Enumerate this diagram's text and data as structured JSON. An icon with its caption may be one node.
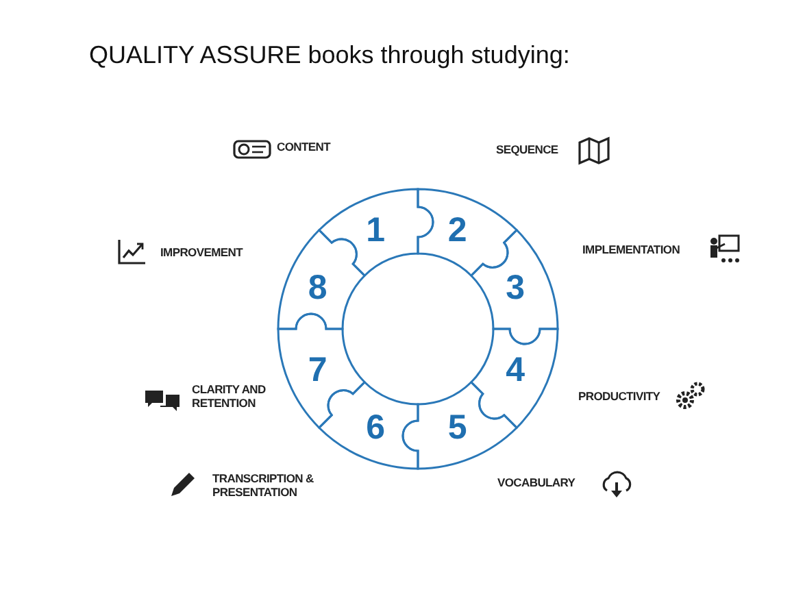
{
  "diagram": {
    "title": "QUALITY ASSURE books through studying:",
    "nodes": [
      {
        "text": [
          "1"
        ],
        "beside": [
          "CONTENT"
        ]
      },
      {
        "text": [
          "2"
        ],
        "beside": [
          "SEQUENCE"
        ]
      },
      {
        "text": [
          "3"
        ],
        "beside": [
          "IMPLEMENTATION"
        ]
      },
      {
        "text": [
          "4"
        ],
        "beside": [
          "PRODUCTIVITY"
        ]
      },
      {
        "text": [
          "5"
        ],
        "beside": [
          "VOCABULARY"
        ]
      },
      {
        "text": [
          "6"
        ],
        "beside": [
          "TRANSCRIPTION & PRESENTATION"
        ]
      },
      {
        "text": [
          "7"
        ],
        "beside": [
          "CLARITY AND RETENTION"
        ]
      },
      {
        "text": [
          "8"
        ],
        "beside": [
          "IMPROVEMENT"
        ]
      }
    ]
  }
}
